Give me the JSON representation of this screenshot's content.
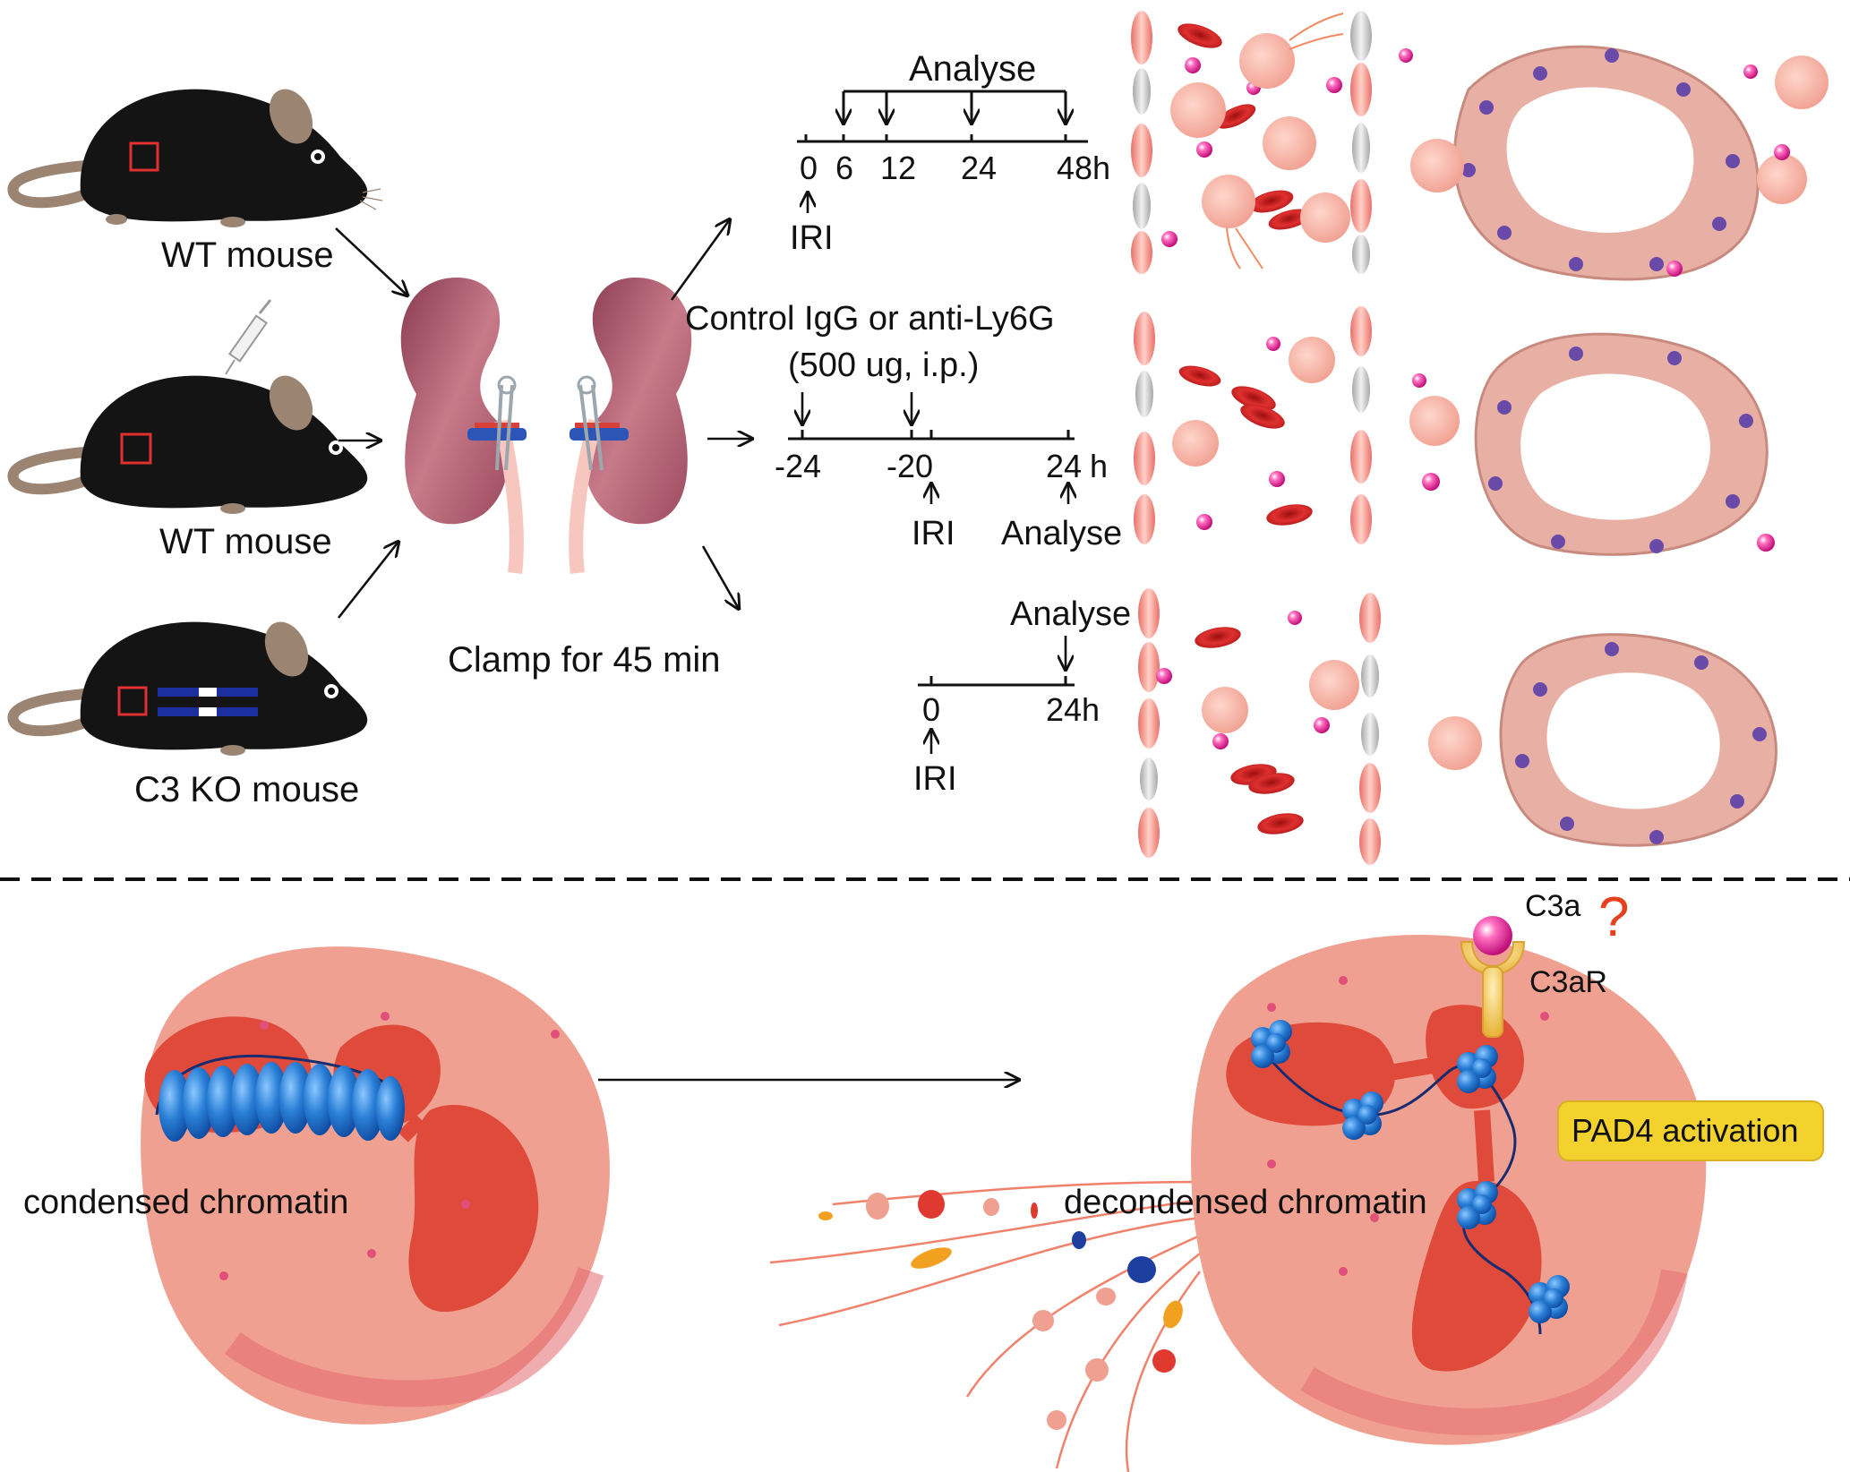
{
  "mice": [
    {
      "label": "WT mouse"
    },
    {
      "label": "WT mouse"
    },
    {
      "label": "C3 KO mouse"
    }
  ],
  "kidney": {
    "caption": "Clamp for 45 min"
  },
  "protocol_top": {
    "analyse": "Analyse",
    "ticks": [
      "0",
      "6",
      "12",
      "24",
      "48h"
    ],
    "iri": "IRI"
  },
  "protocol_mid": {
    "treatment_line1": "Control IgG or anti-Ly6G",
    "treatment_line2": "(500 ug, i.p.)",
    "ticks": [
      "-24",
      "-20",
      "24",
      "h"
    ],
    "iri": "IRI",
    "analyse": "Analyse"
  },
  "protocol_bottom": {
    "analyse": "Analyse",
    "ticks": [
      "0",
      "24h"
    ],
    "iri": "IRI"
  },
  "mechanism": {
    "condensed": "condensed chromatin",
    "decondensed": "decondensed chromatin",
    "ligand": "C3a",
    "receptor": "C3aR",
    "question": "?",
    "pad4": "PAD4 activation"
  },
  "colors": {
    "mouse_body": "#141414",
    "mouse_ear": "#9c8472",
    "kidney": "#a85a6a",
    "cell_body": "#f0a090",
    "nucleus_lobe": "#e04a3a",
    "rbc": "#c81e1e",
    "chromatin": "#2f7fd0",
    "pad4_box": "#f4d22e",
    "receptor": "#f2c84a",
    "c3a": "#d81e8c",
    "tubule": "#e8b0a4",
    "tubule_nucleus": "#6a4aa8"
  }
}
